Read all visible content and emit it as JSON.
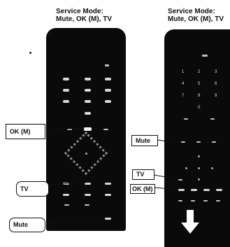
{
  "captions": {
    "left": {
      "line1": "Service Mode:",
      "line2": "Mute, OK (M), TV"
    },
    "right": {
      "line1": "Service Mode:",
      "line2": "Mute, OK (M), TV"
    }
  },
  "left_callouts": {
    "ok": "OK (M)",
    "tv": "TV",
    "mute": "Mute"
  },
  "right_callouts": {
    "mute": "Mute",
    "tv": "TV",
    "ok": "OK (M)"
  },
  "right_remote_numbers": [
    "1",
    "2",
    "3",
    "4",
    "5",
    "6",
    "7",
    "8",
    "9",
    "0"
  ],
  "icons": {
    "arrow": "down-arrow-icon"
  },
  "colors": {
    "remote_body": "#0a0a0a",
    "callout_border": "#111111",
    "background": "#ffffff"
  }
}
